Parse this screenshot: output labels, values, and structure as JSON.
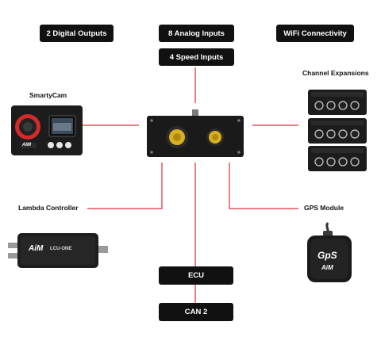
{
  "labels": {
    "digital_outputs": "2 Digital Outputs",
    "analog_inputs": "8 Analog Inputs",
    "speed_inputs": "4 Speed Inputs",
    "wifi": "WiFi Connectivity",
    "smartycam": "SmartyCam",
    "channel_expansions": "Channel Expansions",
    "lambda_controller": "Lambda Controller",
    "gps_module": "GPS Module",
    "ecu": "ECU",
    "can2": "CAN 2"
  },
  "device_text": {
    "lcu_model": "LCU-ONE",
    "gps_text": "GpS",
    "brand": "AiM"
  },
  "colors": {
    "wire": "#e0303a",
    "device": "#1a1a1a",
    "accent_yellow": "#d9b020",
    "accent_red": "#d42a2a"
  }
}
